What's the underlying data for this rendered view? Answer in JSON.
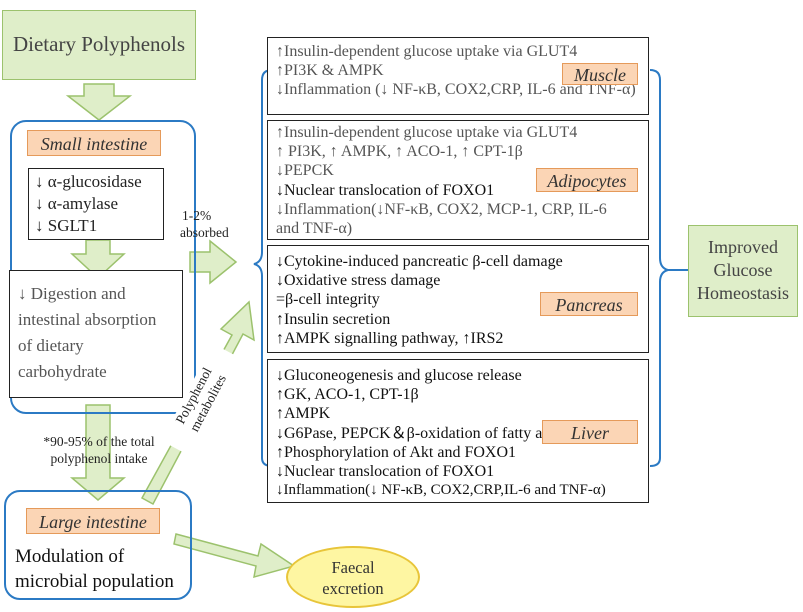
{
  "title": "Dietary Polyphenols",
  "small_intestine": {
    "label": "Small intestine",
    "enzymes": [
      "↓ α-glucosidase",
      "↓ α-amylase",
      "↓ SGLT1"
    ],
    "digestion": [
      "↓ Digestion and",
      "intestinal absorption",
      "of dietary",
      "carbohydrate"
    ]
  },
  "absorbed_note": [
    "1-2%",
    "absorbed"
  ],
  "metabolites_note": [
    "Polyphenol",
    "metabolites"
  ],
  "excretion_note": [
    "*90-95% of the total",
    "polyphenol intake"
  ],
  "large_intestine": {
    "label": "Large intestine",
    "text": [
      "Modulation of",
      "microbial population"
    ]
  },
  "faecal": [
    "Faecal",
    "excretion"
  ],
  "muscle": {
    "label": "Muscle",
    "lines": [
      "↑Insulin-dependent glucose uptake via GLUT4",
      "↑PI3K & AMPK",
      "↓Inflammation (↓ NF-κB, COX2,CRP, IL-6 and TNF-α)"
    ]
  },
  "adipocytes": {
    "label": "Adipocytes",
    "lines": [
      "↑Insulin-dependent glucose uptake via GLUT4",
      "↑ PI3K, ↑ AMPK, ↑ ACO-1, ↑ CPT-1β",
      "↓PEPCK",
      "↓Nuclear translocation of FOXO1",
      "↓Inflammation(↓NF-κB, COX2, MCP-1, CRP, IL-6",
      "and TNF-α)"
    ]
  },
  "pancreas": {
    "label": "Pancreas",
    "lines": [
      "↓Cytokine-induced pancreatic β-cell damage",
      "↓Oxidative stress damage",
      "=β-cell integrity",
      "↑Insulin secretion",
      "↑AMPK signalling pathway, ↑IRS2"
    ]
  },
  "liver": {
    "label": "Liver",
    "lines": [
      "↓Gluconeogenesis and glucose release",
      "↑GK, ACO-1, CPT-1β",
      "↑AMPK",
      "↓G6Pase, PEPCK＆β-oxidation of fatty acids",
      "↑Phosphorylation of Akt and FOXO1",
      "↓Nuclear translocation of FOXO1",
      "↓Inflammation(↓ NF-κB, COX2,CRP,IL-6 and TNF-α)"
    ]
  },
  "outcome": [
    "Improved",
    "Glucose",
    "Homeostasis"
  ],
  "colors": {
    "green_fill": "#dfeec9",
    "green_edge": "#9cc26d",
    "blue": "#2b7ac4",
    "orange_fill": "#fbd5b5",
    "orange_edge": "#e59a5a",
    "yellow_fill": "#fef6a2"
  }
}
